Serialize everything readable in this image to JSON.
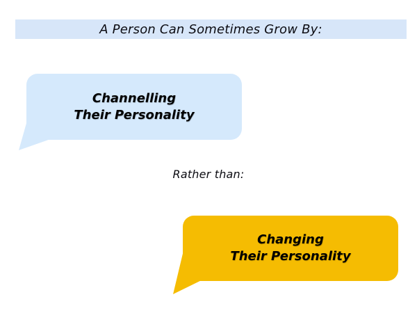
{
  "slide": {
    "title": "A Person Can Sometimes Grow By:",
    "connector_label": "Rather than:"
  },
  "bubbles": [
    {
      "name": "channelling",
      "line1": "Channelling",
      "line2": "Their Personality",
      "fill": "#d5e9fc",
      "text_color": "#000000",
      "tail_direction": "bottom-left"
    },
    {
      "name": "changing",
      "line1": "Changing",
      "line2": "Their Personality",
      "fill": "#f5bc02",
      "text_color": "#000000",
      "tail_direction": "bottom-left"
    }
  ],
  "colors": {
    "background": "#ffffff",
    "title_bar_background": "#d7e6f9",
    "title_text": "#0c0c12",
    "blue_bubble": "#d5e9fc",
    "yellow_bubble": "#f5bc02"
  }
}
